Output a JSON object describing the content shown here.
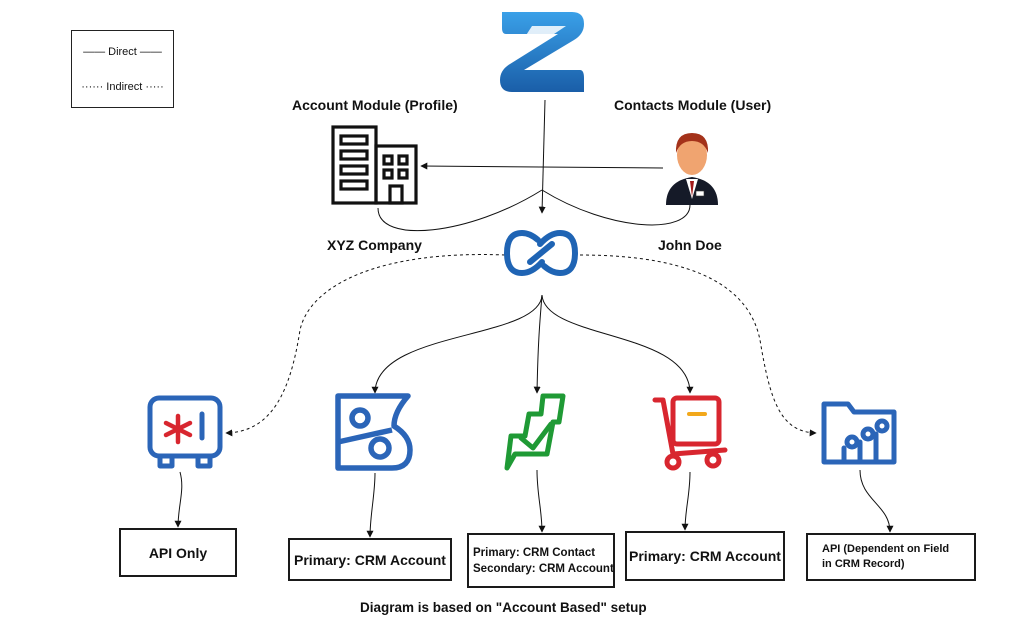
{
  "legend": {
    "direct_label": "—— Direct ——",
    "indirect_label": "······ Indirect ·····"
  },
  "nodes": {
    "account_module": {
      "title": "Account Module   (Profile)",
      "record": "XYZ Company",
      "icon": "building-icon"
    },
    "contacts_module": {
      "title": "Contacts Module    (User)",
      "record": "John Doe",
      "icon": "person-avatar-icon"
    },
    "top_logo": {
      "icon": "zoho-z-logo-icon"
    },
    "hub": {
      "icon": "zoho-link-hub-icon"
    }
  },
  "apps": [
    {
      "icon": "vault-app-icon",
      "color": "#2b65b8",
      "box_lines": [
        "API Only"
      ],
      "link": "indirect"
    },
    {
      "icon": "bookings-app-icon",
      "color": "#2b65b8",
      "box_lines": [
        "Primary: CRM Account"
      ],
      "link": "direct"
    },
    {
      "icon": "sign-app-icon",
      "color": "#1f9a35",
      "box_lines": [
        "Primary: CRM Contact",
        "Secondary: CRM Account"
      ],
      "link": "direct"
    },
    {
      "icon": "inventory-app-icon",
      "color": "#d8262f",
      "box_lines": [
        "Primary: CRM Account"
      ],
      "link": "direct"
    },
    {
      "icon": "workdrive-app-icon",
      "color": "#2b65b8",
      "box_lines": [
        "API (Dependent on Field",
        "in CRM Record)"
      ],
      "link": "indirect"
    }
  ],
  "colors": {
    "blue": "#2b65b8",
    "green": "#1f9a35",
    "red": "#d8262f",
    "ink": "#1a1a1a"
  },
  "footer": {
    "caption": "Diagram is based on \"Account Based\" setup"
  }
}
